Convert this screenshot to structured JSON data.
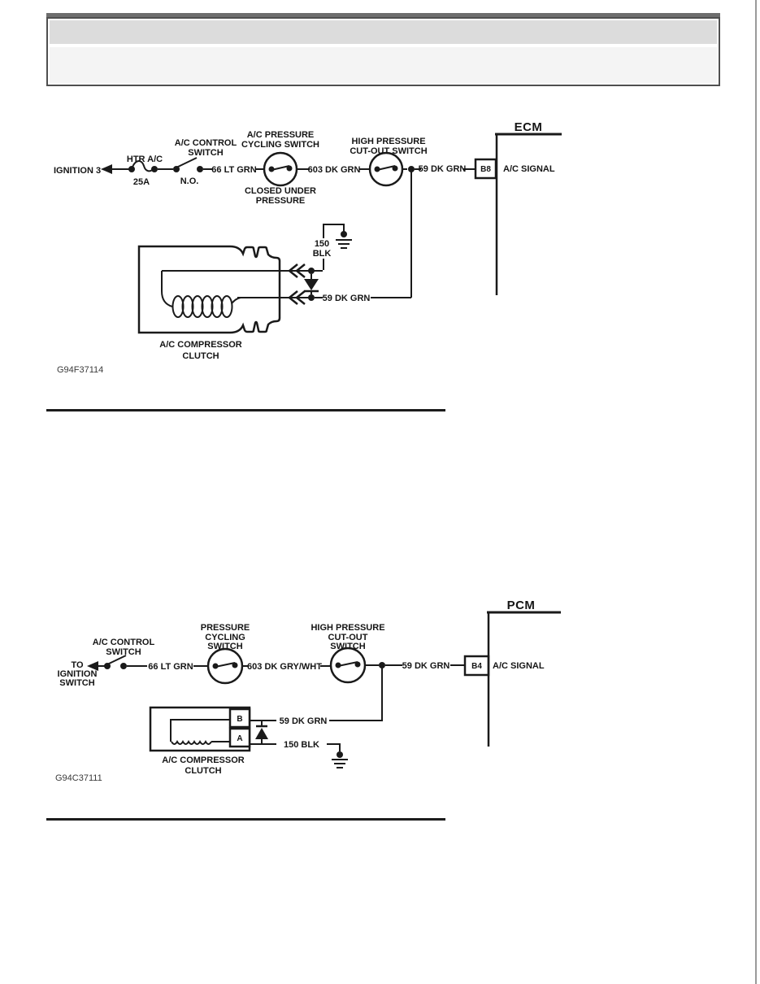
{
  "colors": {
    "diagram_line": "#1a1a1a",
    "header_band": "#dcdcdc",
    "header_body": "#f4f4f4",
    "header_border": "#4f4f4f"
  },
  "diagram_ecm": {
    "figure_id": "G94F37114",
    "ignition_label": "IGNITION 3",
    "fuse_name": "HTR A/C",
    "fuse_rating": "25A",
    "control_switch_line1": "A/C CONTROL",
    "control_switch_line2": "SWITCH",
    "control_switch_state": "N.O.",
    "wire_66": "66 LT GRN",
    "cycling_switch_line1": "A/C PRESSURE",
    "cycling_switch_line2": "CYCLING SWITCH",
    "cycling_note_line1": "CLOSED UNDER",
    "cycling_note_line2": "PRESSURE",
    "wire_603": "603 DK GRN",
    "hp_switch_line1": "HIGH PRESSURE",
    "hp_switch_line2": "CUT-OUT SWITCH",
    "wire_59": "59 DK GRN",
    "module": "ECM",
    "pin": "B8",
    "signal": "A/C SIGNAL",
    "ground_wire_line1": "150",
    "ground_wire_line2": "BLK",
    "clutch_wire": "59 DK GRN",
    "clutch_line1": "A/C COMPRESSOR",
    "clutch_line2": "CLUTCH"
  },
  "diagram_pcm": {
    "figure_id": "G94C37111",
    "ignition_line1": "TO",
    "ignition_line2": "IGNITION",
    "ignition_line3": "SWITCH",
    "control_switch_line1": "A/C CONTROL",
    "control_switch_line2": "SWITCH",
    "wire_66": "66 LT GRN",
    "cycling_switch_line1": "PRESSURE",
    "cycling_switch_line2": "CYCLING",
    "cycling_switch_line3": "SWITCH",
    "wire_603": "603 DK GRY/WHT",
    "hp_switch_line1": "HIGH PRESSURE",
    "hp_switch_line2": "CUT-OUT",
    "hp_switch_line3": "SWITCH",
    "wire_59": "59 DK GRN",
    "module": "PCM",
    "pin": "B4",
    "signal": "A/C SIGNAL",
    "terminal_b": "B",
    "terminal_a": "A",
    "clutch_wire_59": "59 DK GRN",
    "clutch_wire_150": "150 BLK",
    "clutch_line1": "A/C COMPRESSOR",
    "clutch_line2": "CLUTCH"
  }
}
